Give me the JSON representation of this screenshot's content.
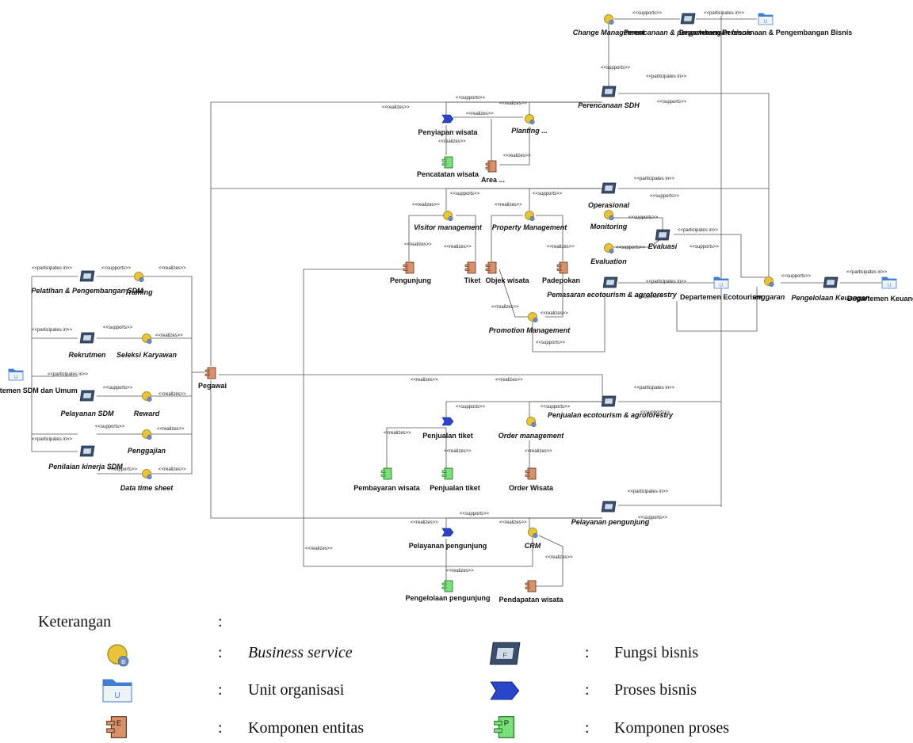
{
  "nodes": {
    "change_mgmt": "Change Management",
    "perencanaan_bisnis": "Perencanaan & pengembangan bisnis",
    "dept_perencanaan": "Departemen Perencanaan & Pengembangan Bisnis",
    "perencanaan_sdh": "Perencanaan SDH",
    "penyiapan_wisata": "Penyiapan wisata",
    "planting": "Planting ...",
    "pencatatan_wisata": "Pencatatan wisata",
    "area": "Area ...",
    "operasional": "Operasional",
    "visitor_mgmt": "Visitor management",
    "property_mgmt": "Property Management",
    "monitoring": "Monitoring",
    "evaluasi": "Evaluasi",
    "evaluation": "Evaluation",
    "pengunjung": "Pengunjung",
    "tiket": "Tiket",
    "objek_wisata": "Objek wisata",
    "padepokan": "Padepokan",
    "pemasaran": "Pemasaran ecotourism & agroforestry",
    "dept_ecotourism": "Departemen Ecotourism",
    "anggaran": "anggaran",
    "pengelolaan_keuangan": "Pengelolaan Keuangan",
    "dept_keuangan": "Departemen Keuangan",
    "promotion_mgmt": "Promotion Management",
    "pelatihan": "Pelatihan & Pengembangan SDM",
    "training": "Training",
    "rekrutmen": "Rekrutmen",
    "seleksi": "Seleksi Karyawan",
    "dept_sdm": "Departemen SDM dan Umum",
    "pelayanan_sdm": "Pelayanan SDM",
    "reward": "Reward",
    "penggajian": "Penggajian",
    "penilaian": "Penilaian kinerja SDM",
    "data_time": "Data time sheet",
    "pegawai": "Pegawai",
    "penjualan_eco": "Penjualan ecotourism & agroforestry",
    "penjualan_tiket": "Penjualan tiket",
    "order_mgmt": "Order management",
    "pembayaran": "Pembayaran wisata",
    "penjualan_tiket_comp": "Penjualan tiket",
    "order_wisata": "Order Wisata",
    "pelayanan_pengunjung_fn": "Pelayanan pengunjung",
    "pelayanan_pengunjung_pr": "Pelayanan pengunjung",
    "crm": "CRM",
    "pengelolaan_pengunjung": "Pengelolaan pengunjung",
    "pendapatan": "Pendapatan wisata"
  },
  "relations": {
    "supports": "<<supports>>",
    "realizes": "<<realizes>>",
    "participates": "<<participates in>>"
  },
  "legend": {
    "title": "Keterangan",
    "colon": ":",
    "business_service": "Business service",
    "fungsi_bisnis": "Fungsi bisnis",
    "unit_organisasi": "Unit organisasi",
    "proses_bisnis": "Proses bisnis",
    "komponen_entitas": "Komponen entitas",
    "komponen_proses": "Komponen proses"
  },
  "colors": {
    "service": "#e8c43a",
    "function": "#3a4f6e",
    "unit": "#3f7fd6",
    "process": "#2a46c8",
    "entity": "#d8916a",
    "proc_component": "#7ce07a"
  }
}
